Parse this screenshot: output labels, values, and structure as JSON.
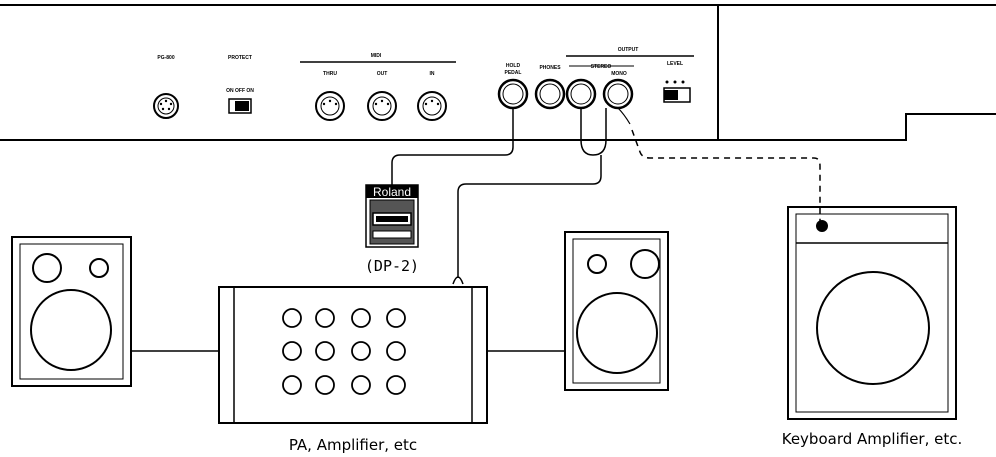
{
  "panel": {
    "pg_label": "PG-800",
    "protect_label": "PROTECT",
    "protect_switch_positions": "ON OFF ON",
    "midi_label": "MIDI",
    "midi_thru": "THRU",
    "midi_out": "OUT",
    "midi_in": "IN",
    "hold_label_1": "HOLD",
    "hold_label_2": "PEDAL",
    "phones_label": "PHONES",
    "output_label": "OUTPUT",
    "stereo_label": "STEREO",
    "mono_label": "MONO",
    "level_label": "LEVEL"
  },
  "pedal": {
    "brand": "Roland",
    "model": "(DP-2)"
  },
  "captions": {
    "pa": "PA, Amplifier, etc",
    "keyboard_amp": "Keyboard Amplifier, etc."
  }
}
